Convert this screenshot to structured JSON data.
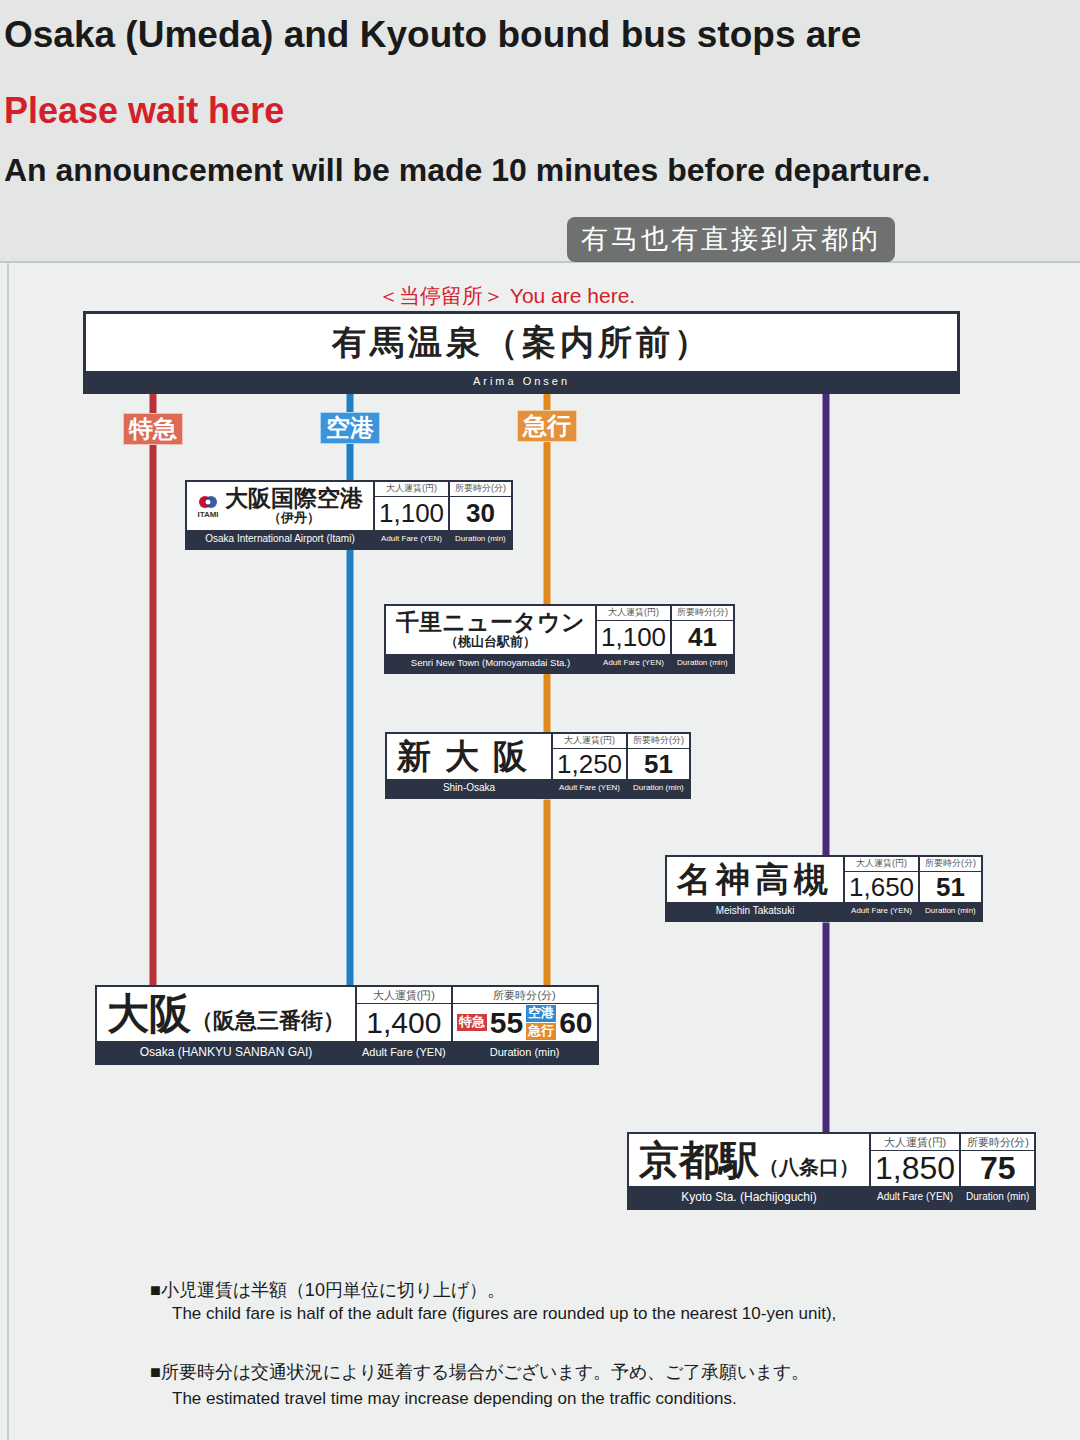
{
  "diagram": {
    "nodes": [
      {
        "text": [
          "有馬温泉（案内所前）",
          "Arima Onsen"
        ]
      },
      {
        "text": [
          "特急"
        ]
      },
      {
        "text": [
          "空港"
        ]
      },
      {
        "text": [
          "急行"
        ]
      },
      {
        "text": [
          "大阪国際空港",
          "（伊丹）",
          "Osaka International Airport (Itami)",
          "大人運賃(円)",
          "1,100",
          "Adult Fare (YEN)",
          "所要時分(分)",
          "30",
          "Duration (min)",
          "ITAMI"
        ]
      },
      {
        "text": [
          "千里ニュータウン",
          "（桃山台駅前）",
          "Senri New Town (Momoyamadai Sta.)",
          "大人運賃(円)",
          "1,100",
          "Adult Fare (YEN)",
          "所要時分(分)",
          "41",
          "Duration (min)"
        ]
      },
      {
        "text": [
          "新大阪",
          "Shin-Osaka",
          "大人運賃(円)",
          "1,250",
          "Adult Fare (YEN)",
          "所要時分(分)",
          "51",
          "Duration (min)"
        ]
      },
      {
        "text": [
          "名神高槻",
          "Meishin Takatsuki",
          "大人運賃(円)",
          "1,650",
          "Adult Fare (YEN)",
          "所要時分(分)",
          "51",
          "Duration (min)"
        ]
      },
      {
        "text": [
          "大阪",
          "（阪急三番街）",
          "Osaka (HANKYU SANBAN GAI)",
          "大人運賃(円)",
          "1,400",
          "Adult Fare (YEN)",
          "所要時分(分)",
          "55",
          "60",
          "Duration (min)"
        ]
      },
      {
        "text": [
          "特急"
        ],
        "in": 8
      },
      {
        "text": [
          "空港"
        ],
        "in": 8
      },
      {
        "text": [
          "急行"
        ],
        "in": 8
      },
      {
        "text": [
          "京都駅",
          "（八条口）",
          "Kyoto Sta. (Hachijoguchi)",
          "大人運賃(円)",
          "1,850",
          "Adult Fare (YEN)",
          "所要時分(分)",
          "75",
          "Duration (min)"
        ]
      }
    ],
    "edges": [
      {
        "from": 0,
        "to": 1,
        "arrow": "none"
      },
      {
        "from": 1,
        "to": 8,
        "arrow": "none"
      },
      {
        "from": 0,
        "to": 2,
        "arrow": "none"
      },
      {
        "from": 2,
        "to": 4,
        "arrow": "none"
      },
      {
        "from": 4,
        "to": 8,
        "arrow": "none"
      },
      {
        "from": 0,
        "to": 3,
        "arrow": "none"
      },
      {
        "from": 3,
        "to": 5,
        "arrow": "none"
      },
      {
        "from": 5,
        "to": 6,
        "arrow": "none"
      },
      {
        "from": 6,
        "to": 8,
        "arrow": "none"
      },
      {
        "from": 0,
        "to": 7,
        "arrow": "none"
      },
      {
        "from": 7,
        "to": 12,
        "arrow": "none"
      }
    ],
    "labels": [
      "Osaka (Umeda) and Kyouto bound bus stops are",
      "Please wait here",
      "An announcement will be made 10 minutes before departure.",
      "有马也有直接到京都的",
      "＜当停留所＞ You are here.",
      "■小児運賃は半額（10円単位に切り上げ）。",
      "The child fare is half of the adult fare (figures are rounded up to the nearest 10-yen unit),",
      "■所要時分は交通状況により延着する場合がございます。予め、ご了承願います。",
      "The estimated travel time may increase depending on the traffic conditions."
    ]
  }
}
